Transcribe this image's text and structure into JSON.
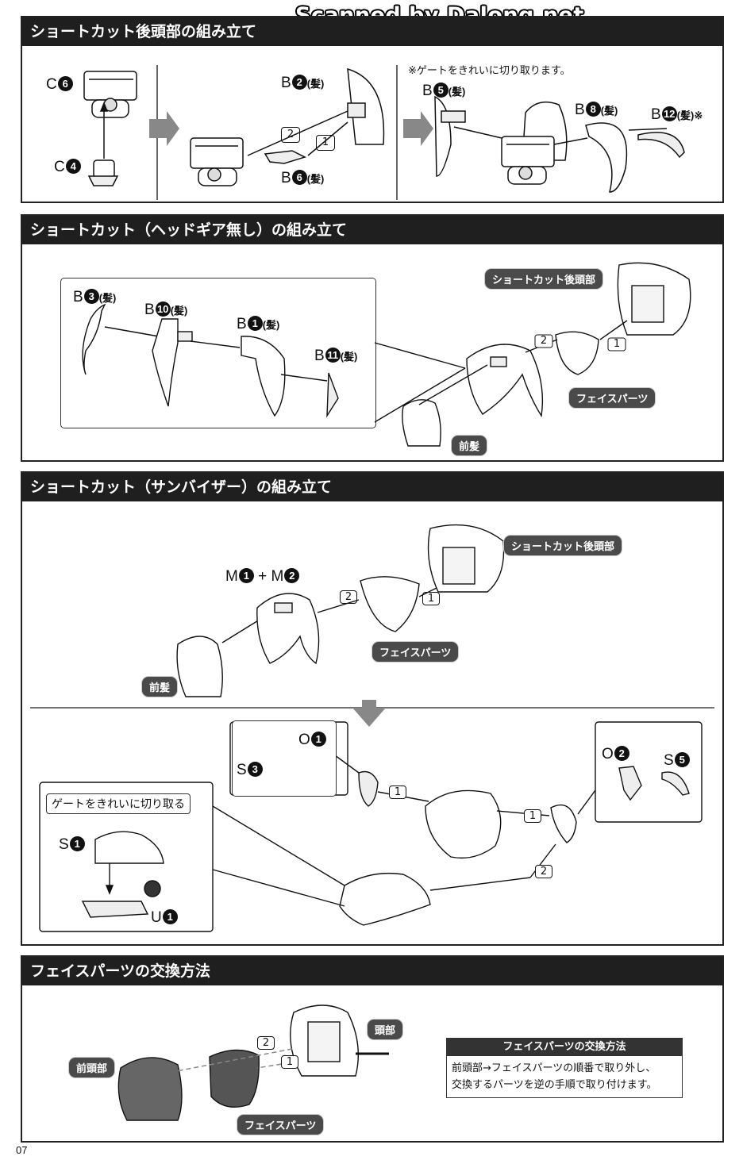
{
  "watermark": "Scanned by Dalong.net",
  "page_number": "07",
  "section1": {
    "title": "ショートカット後頭部の組み立て",
    "note": "※ゲートをきれいに切り取ります。",
    "parts": {
      "c6": {
        "letter": "C",
        "num": "6"
      },
      "c4": {
        "letter": "C",
        "num": "4"
      },
      "b2": {
        "letter": "B",
        "num": "2",
        "suffix": "(髪)"
      },
      "b6": {
        "letter": "B",
        "num": "6",
        "suffix": "(髪)"
      },
      "b5": {
        "letter": "B",
        "num": "5",
        "suffix": "(髪)"
      },
      "b8": {
        "letter": "B",
        "num": "8",
        "suffix": "(髪)"
      },
      "b12": {
        "letter": "B",
        "num": "12",
        "suffix": "(髪)※"
      }
    },
    "steps": [
      "1",
      "2"
    ]
  },
  "section2": {
    "title": "ショートカット（ヘッドギア無し）の組み立て",
    "parts": {
      "b3": {
        "letter": "B",
        "num": "3",
        "suffix": "(髪)"
      },
      "b10": {
        "letter": "B",
        "num": "10",
        "suffix": "(髪)"
      },
      "b1": {
        "letter": "B",
        "num": "1",
        "suffix": "(髪)"
      },
      "b11": {
        "letter": "B",
        "num": "11",
        "suffix": "(髪)"
      }
    },
    "labels": {
      "rear": "ショートカット後頭部",
      "face": "フェイスパーツ",
      "bangs": "前髪"
    },
    "steps": [
      "1",
      "2"
    ]
  },
  "section3": {
    "title": "ショートカット（サンバイザー）の組み立て",
    "m_label": {
      "m1": "1",
      "m2": "2"
    },
    "labels": {
      "rear": "ショートカット後頭部",
      "face": "フェイスパーツ",
      "bangs": "前髪",
      "gate": "ゲートをきれいに切り取る"
    },
    "parts": {
      "o1": {
        "letter": "O",
        "num": "1"
      },
      "s3": {
        "letter": "S",
        "num": "3"
      },
      "o2": {
        "letter": "O",
        "num": "2"
      },
      "s5": {
        "letter": "S",
        "num": "5"
      },
      "s1": {
        "letter": "S",
        "num": "1"
      },
      "u1": {
        "letter": "U",
        "num": "1"
      }
    },
    "steps": [
      "1",
      "2"
    ]
  },
  "section4": {
    "title": "フェイスパーツの交換方法",
    "labels": {
      "head": "頭部",
      "front": "前頭部",
      "face": "フェイスパーツ"
    },
    "info_title": "フェイスパーツの交換方法",
    "info_line1": "前頭部→フェイスパーツの順番で取り外し、",
    "info_line2": "交換するパーツを逆の手順で取り付けます。",
    "steps": [
      "1",
      "2"
    ]
  }
}
